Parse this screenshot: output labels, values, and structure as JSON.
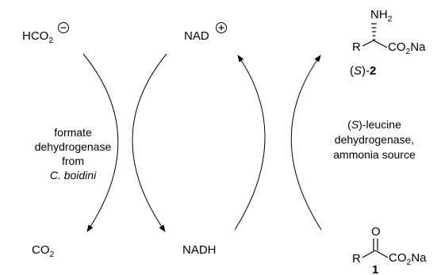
{
  "left_cycle": {
    "top_label": "HCO",
    "top_subscript": "2",
    "top_charge": "−",
    "bottom_label": "CO",
    "bottom_subscript": "2",
    "enzyme_lines": [
      "formate",
      "dehydrogenase",
      "from",
      "C. boidini"
    ]
  },
  "middle": {
    "top_label": "NAD",
    "top_charge": "+",
    "bottom_label": "NADH"
  },
  "right_cycle": {
    "enzyme_lines": [
      "-leucine",
      "dehydrogenase,",
      "ammonia source"
    ],
    "enzyme_stereo": "S"
  },
  "product": {
    "amine_label": "NH",
    "amine_subscript": "2",
    "r_label": "R",
    "salt_label": "CO",
    "salt_subscript": "2",
    "salt_cation": "Na",
    "compound_stereo": "S",
    "compound_number": "2"
  },
  "substrate": {
    "oxygen_label": "O",
    "r_label": "R",
    "salt_label": "CO",
    "salt_subscript": "2",
    "salt_cation": "Na",
    "compound_number": "1"
  },
  "colors": {
    "ink": "#000000",
    "background": "#ffffff"
  }
}
